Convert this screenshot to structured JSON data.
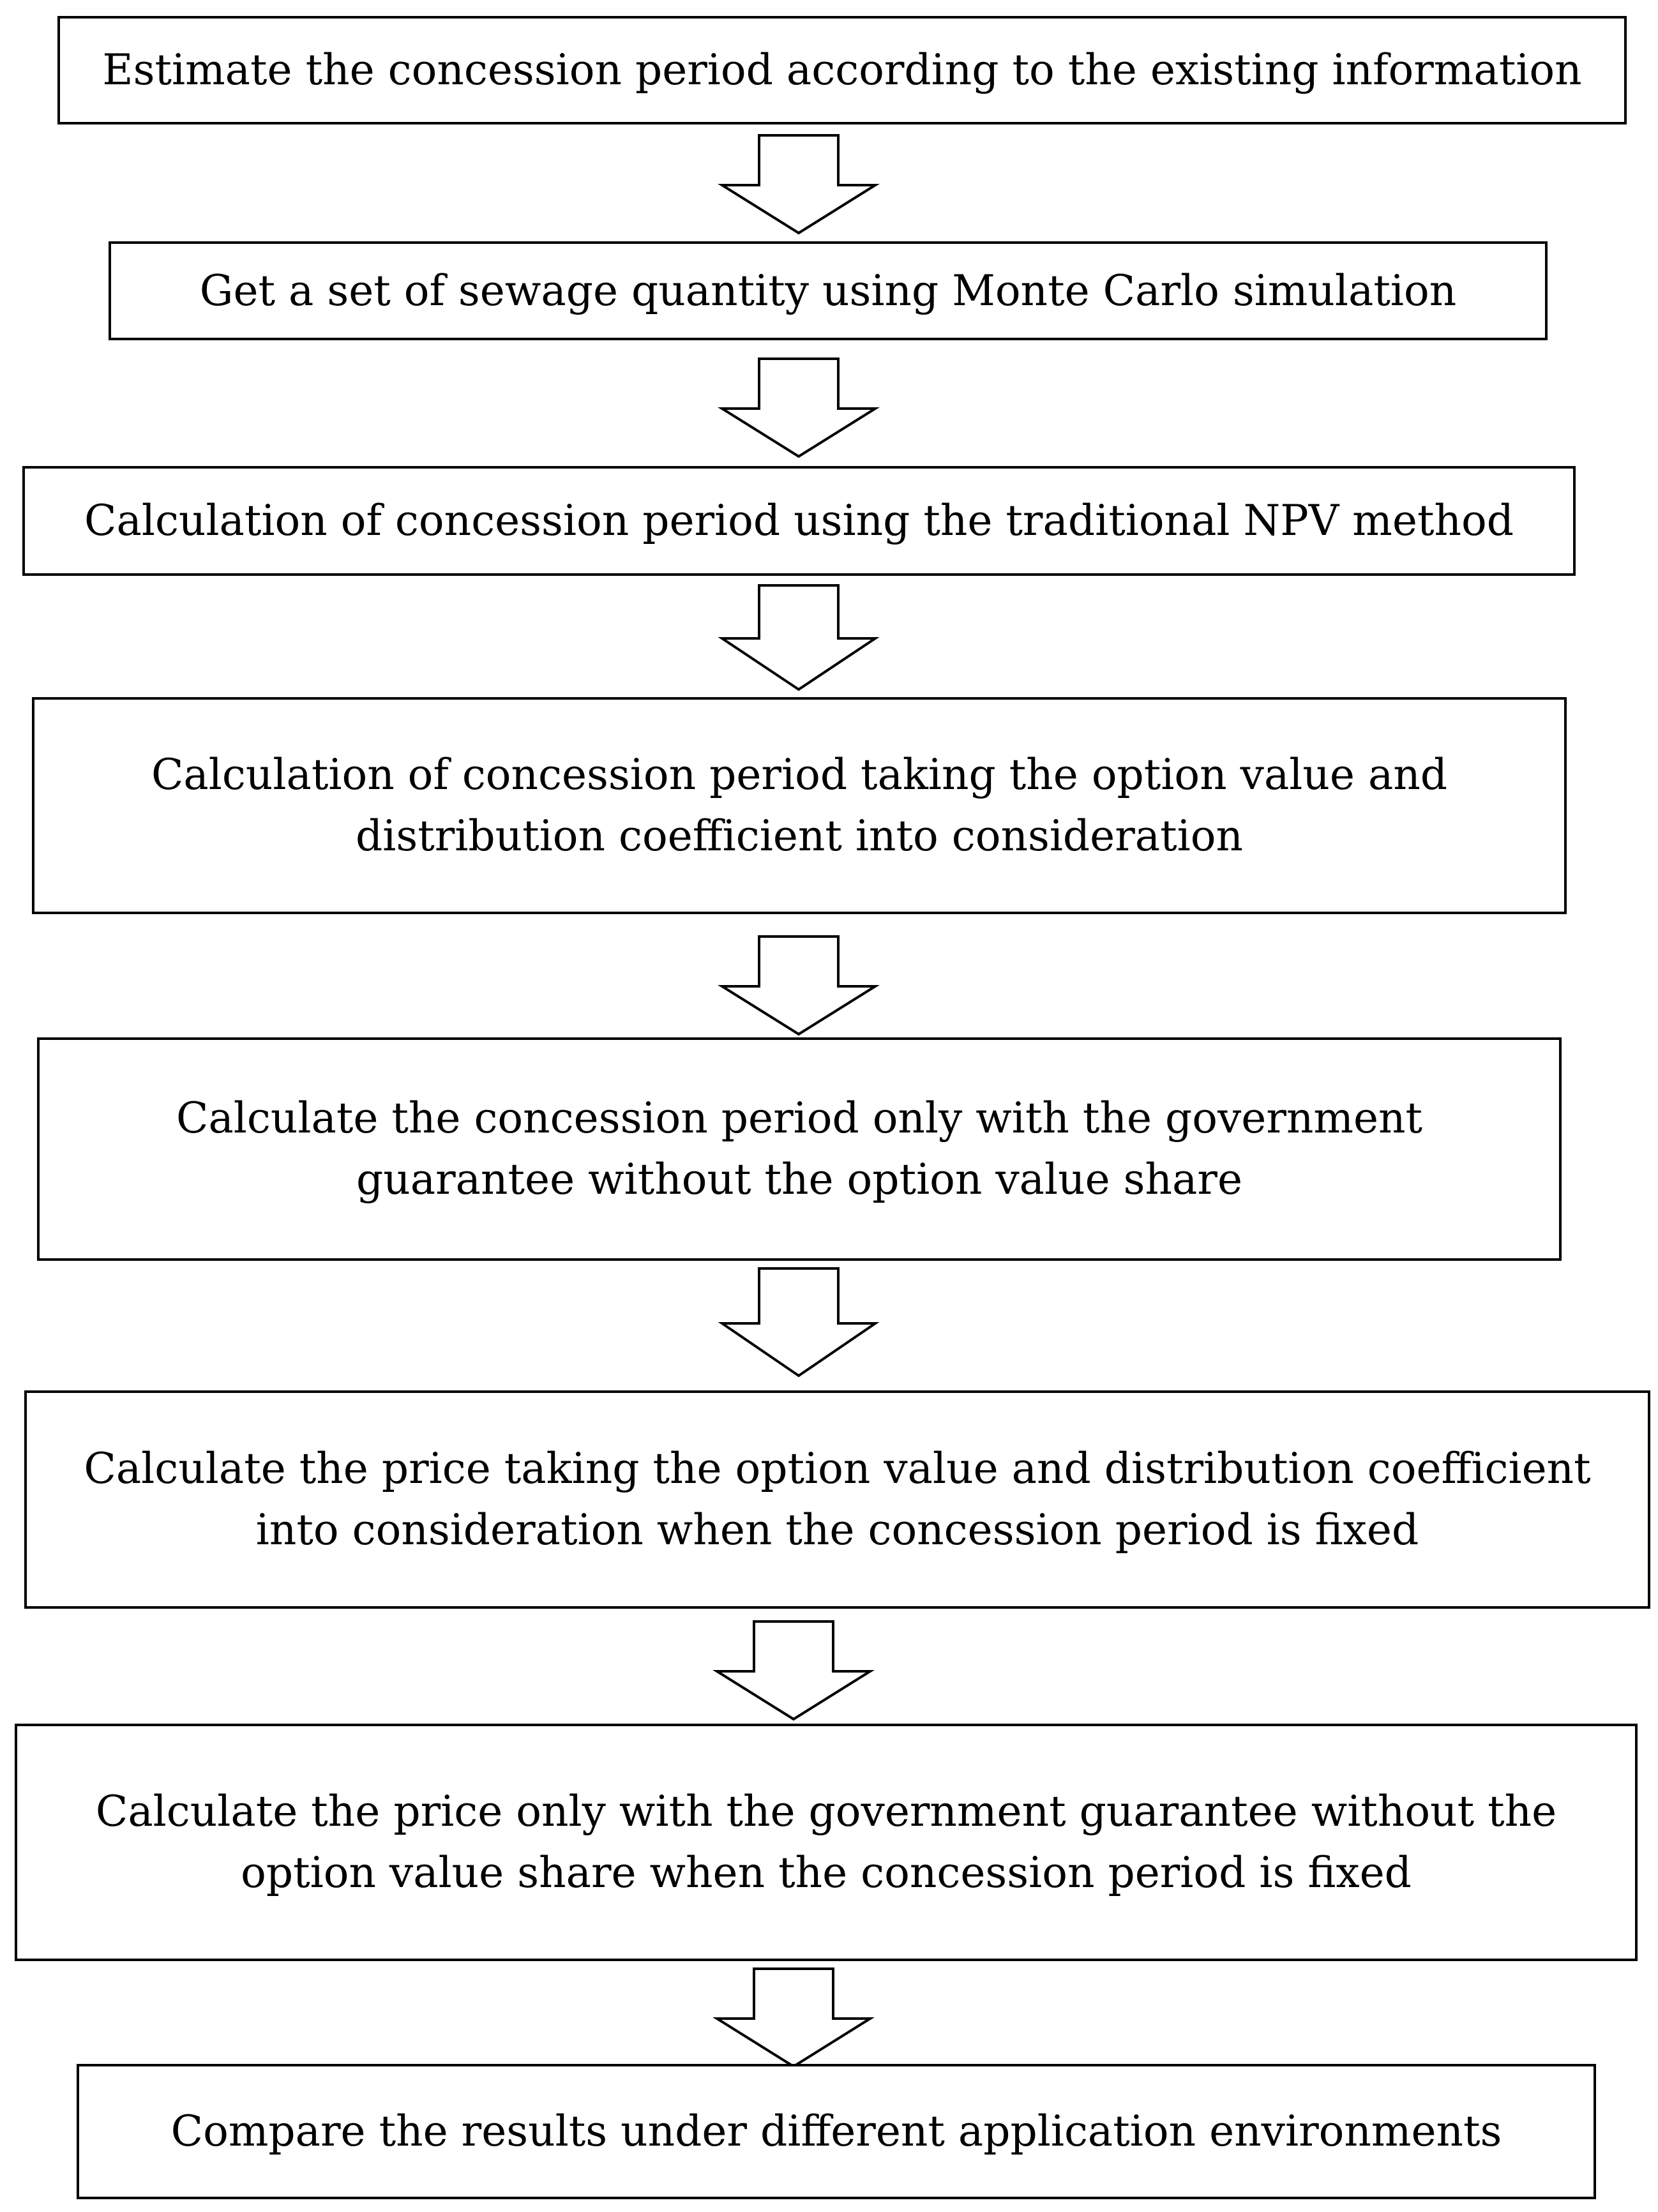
{
  "flowchart": {
    "steps": [
      {
        "id": "step-1",
        "label": "Estimate the concession period according to the existing information"
      },
      {
        "id": "step-2",
        "label": "Get a set of sewage quantity using Monte Carlo simulation"
      },
      {
        "id": "step-3",
        "label": "Calculation of concession period using the traditional NPV method"
      },
      {
        "id": "step-4",
        "label": "Calculation of concession period taking the option value and distribution coefficient into consideration"
      },
      {
        "id": "step-5",
        "label": "Calculate the concession period only with the government guarantee without the option value share"
      },
      {
        "id": "step-6",
        "label": "Calculate the price taking the option value and distribution coefficient into consideration when the concession period is fixed"
      },
      {
        "id": "step-7",
        "label": "Calculate the price only with the government guarantee without the option value share when the concession period is fixed"
      },
      {
        "id": "step-8",
        "label": "Compare the results under different application environments"
      }
    ],
    "connector": "hollow-down-arrow",
    "colors": {
      "stroke": "#000000",
      "fill": "#ffffff"
    }
  }
}
